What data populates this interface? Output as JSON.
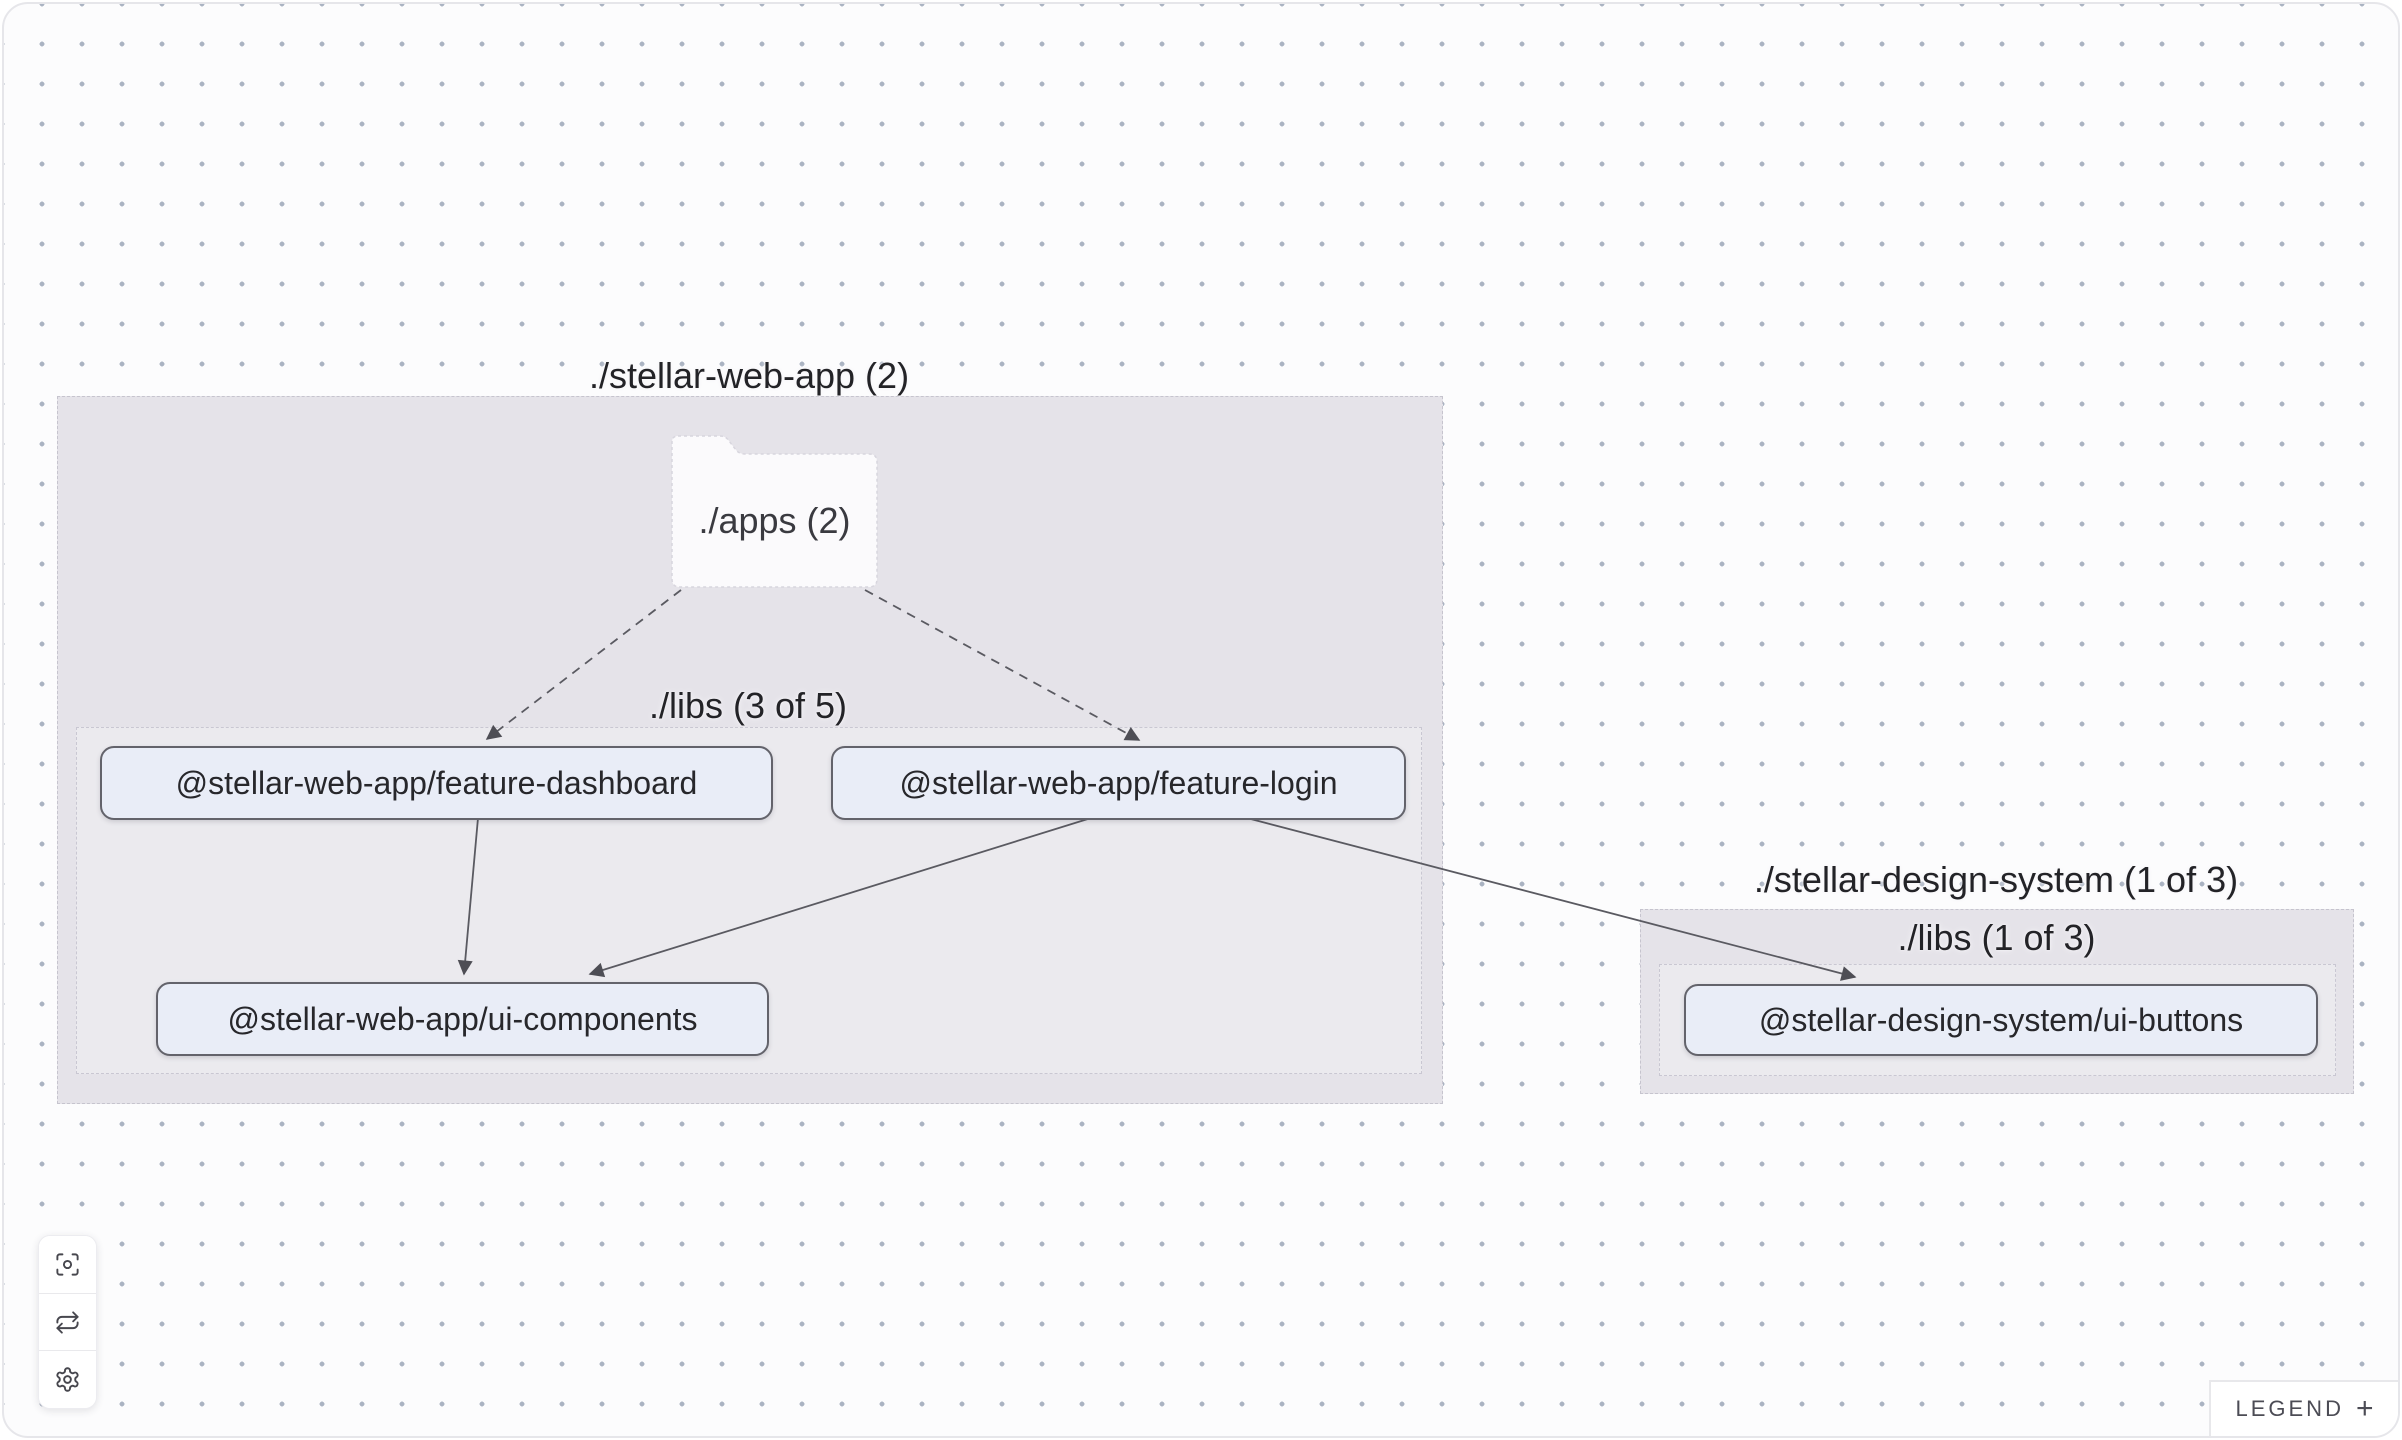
{
  "graph": {
    "groups": {
      "web_app": {
        "title": "./stellar-web-app (2)",
        "apps_folder": {
          "label": "./apps (2)"
        },
        "libs": {
          "label": "./libs (3 of 5)"
        }
      },
      "design_system": {
        "title": "./stellar-design-system (1 of 3)",
        "libs": {
          "label": "./libs (1 of 3)"
        }
      }
    },
    "nodes": {
      "feature_dashboard": {
        "label": "@stellar-web-app/feature-dashboard"
      },
      "feature_login": {
        "label": "@stellar-web-app/feature-login"
      },
      "ui_components": {
        "label": "@stellar-web-app/ui-components"
      },
      "ui_buttons": {
        "label": "@stellar-design-system/ui-buttons"
      }
    },
    "edges": [
      {
        "from": "./apps",
        "to": "@stellar-web-app/feature-dashboard",
        "style": "dashed"
      },
      {
        "from": "./apps",
        "to": "@stellar-web-app/feature-login",
        "style": "dashed"
      },
      {
        "from": "@stellar-web-app/feature-dashboard",
        "to": "@stellar-web-app/ui-components",
        "style": "solid"
      },
      {
        "from": "@stellar-web-app/feature-login",
        "to": "@stellar-web-app/ui-components",
        "style": "solid"
      },
      {
        "from": "@stellar-web-app/feature-login",
        "to": "@stellar-design-system/ui-buttons",
        "style": "solid"
      }
    ]
  },
  "toolbar": {
    "buttons": [
      {
        "icon": "focus-icon"
      },
      {
        "icon": "refresh-icon"
      },
      {
        "icon": "gear-icon"
      }
    ]
  },
  "legend": {
    "label": "LEGEND",
    "expand_icon": "+"
  },
  "colors": {
    "canvas_bg": "#fcfcfd",
    "dot": "#aab3c2",
    "group_bg": "#e5e3e9",
    "node_bg": "#e9edf7",
    "node_border": "#63636b",
    "edge": "#5a5a61",
    "text": "#26262a"
  }
}
